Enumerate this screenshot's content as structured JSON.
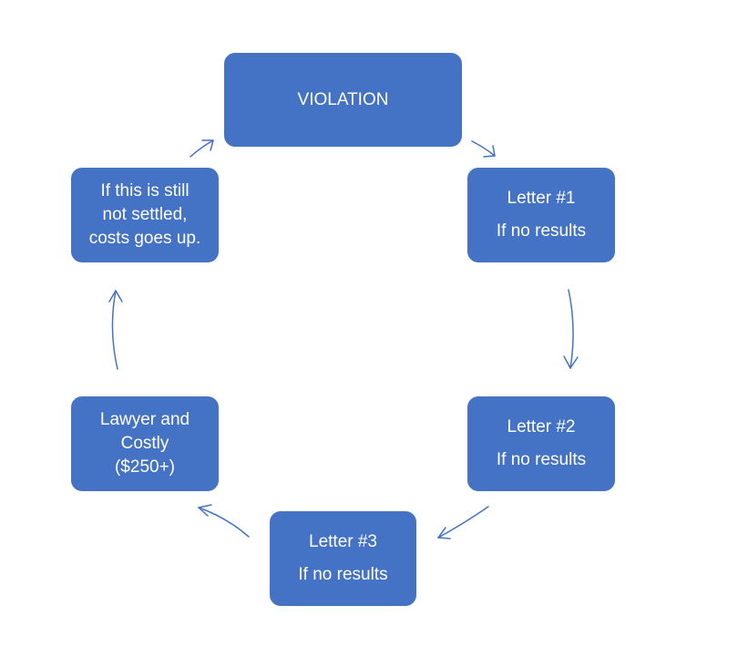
{
  "diagram": {
    "colors": {
      "node_fill": "#4472c4",
      "arrow": "#4472c4",
      "text": "#ffffff"
    },
    "nodes": {
      "violation": {
        "lines": [
          "VIOLATION"
        ]
      },
      "letter1": {
        "lines": [
          "Letter #1",
          "If no results"
        ]
      },
      "letter2": {
        "lines": [
          "Letter #2",
          "If no results"
        ]
      },
      "letter3": {
        "lines": [
          "Letter #3",
          "If no results"
        ]
      },
      "lawyer": {
        "lines": [
          "Lawyer and",
          "Costly",
          "($250+)"
        ]
      },
      "costs_up": {
        "lines": [
          "If this is still",
          "not settled,",
          "costs goes up."
        ]
      }
    },
    "flow": [
      "violation",
      "letter1",
      "letter2",
      "letter3",
      "lawyer",
      "costs_up",
      "violation"
    ]
  }
}
